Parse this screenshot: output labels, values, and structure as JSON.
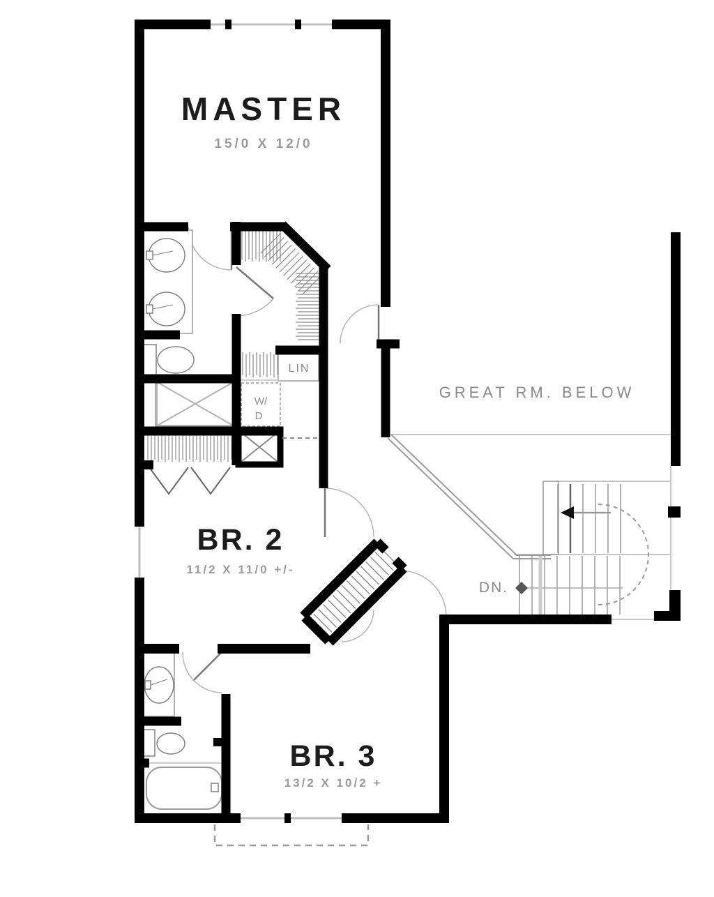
{
  "rooms": {
    "master": {
      "label": "MASTER",
      "dims": "15/0 X 12/0"
    },
    "br2": {
      "label": "BR. 2",
      "dims": "11/2 X 11/0 +/-"
    },
    "br3": {
      "label": "BR. 3",
      "dims": "13/2 X 10/2 +"
    }
  },
  "annotations": {
    "great_room": "GREAT RM. BELOW",
    "down": "DN.",
    "linen": "LIN",
    "washer": "W/",
    "dryer": "D"
  },
  "colors": {
    "wall": "#000000",
    "label_dark": "#1c1c1c",
    "label_gray": "#999999",
    "line_gray": "#aaaaaa",
    "background": "#ffffff"
  }
}
